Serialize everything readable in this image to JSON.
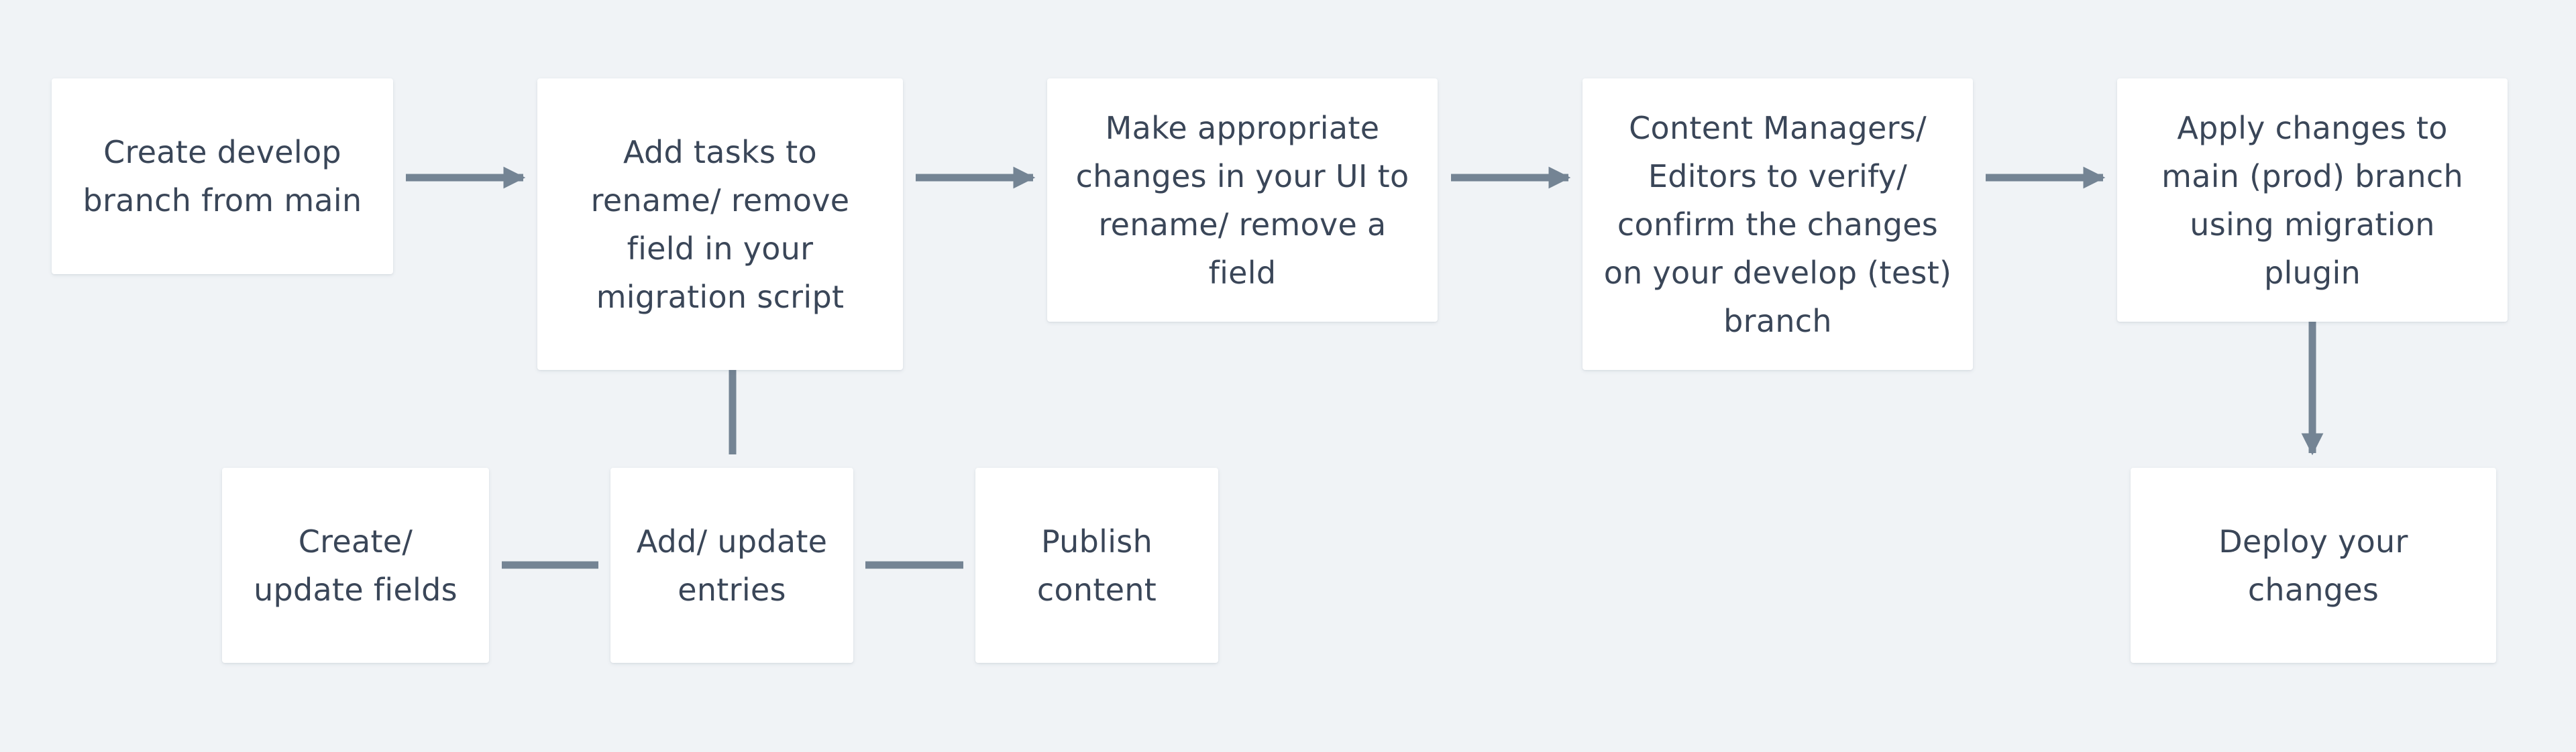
{
  "diagram": {
    "nodes": [
      {
        "id": "create-develop",
        "label": "Create develop\nbranch from main"
      },
      {
        "id": "add-tasks",
        "label": "Add tasks to\nrename/ remove\nfield in your\nmigration script"
      },
      {
        "id": "make-changes",
        "label": "Make appropriate\nchanges in your UI to\nrename/ remove a\nfield"
      },
      {
        "id": "verify",
        "label": "Content Managers/\nEditors to verify/\nconfirm the changes\non your develop (test)\nbranch"
      },
      {
        "id": "apply-changes",
        "label": "Apply changes to\nmain (prod) branch\nusing migration\nplugin"
      },
      {
        "id": "create-update-fields",
        "label": "Create/\nupdate fields"
      },
      {
        "id": "add-update-entries",
        "label": "Add/ update\nentries"
      },
      {
        "id": "publish-content",
        "label": "Publish\ncontent"
      },
      {
        "id": "deploy",
        "label": "Deploy your\nchanges"
      }
    ],
    "edges": [
      {
        "from": "create-develop",
        "to": "add-tasks",
        "arrow": true
      },
      {
        "from": "add-tasks",
        "to": "make-changes",
        "arrow": true
      },
      {
        "from": "make-changes",
        "to": "verify",
        "arrow": true
      },
      {
        "from": "verify",
        "to": "apply-changes",
        "arrow": true
      },
      {
        "from": "apply-changes",
        "to": "deploy",
        "arrow": true
      },
      {
        "from": "add-tasks",
        "to": "add-update-entries",
        "arrow": false
      },
      {
        "from": "create-update-fields",
        "to": "add-update-entries",
        "arrow": false
      },
      {
        "from": "add-update-entries",
        "to": "publish-content",
        "arrow": false
      }
    ],
    "colors": {
      "background": "#f0f3f6",
      "node": "#ffffff",
      "text": "#3a4658",
      "connector": "#748494"
    }
  }
}
